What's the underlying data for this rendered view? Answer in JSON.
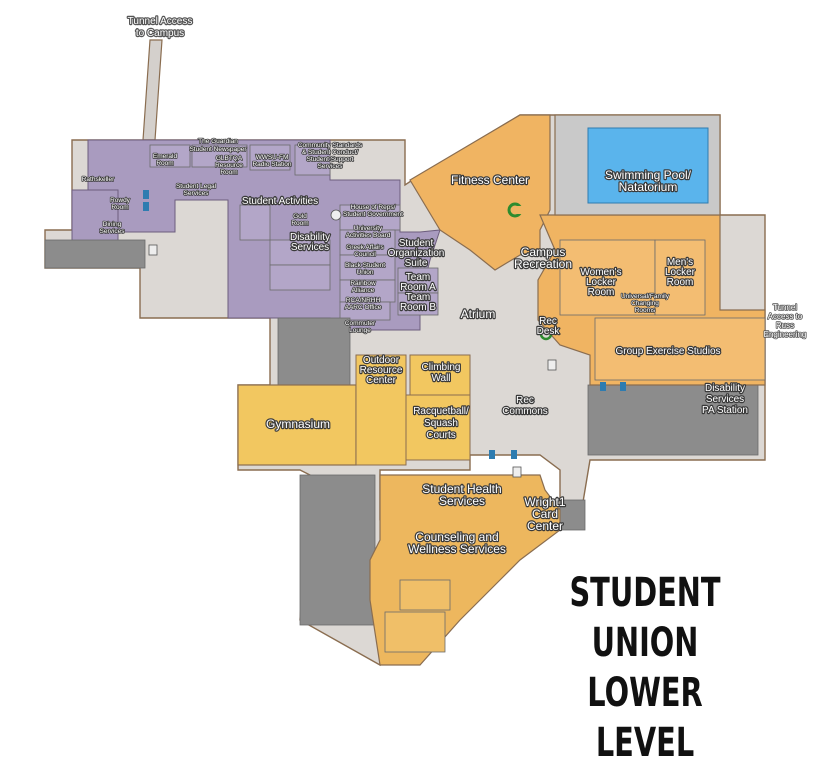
{
  "map": {
    "title_line1": "STUDENT UNION",
    "title_line2": "LOWER LEVEL",
    "colors": {
      "purple_zone": "#a99bbf",
      "orange_zone": "#f0b462",
      "yellow_zone": "#f2c760",
      "gray_zone": "#8c8c8c",
      "corridor": "#d9d6d3",
      "pool": "#5ab4ec",
      "walls": "#8a6d50"
    },
    "labels": {
      "tunnel_campus": [
        "Tunnel Access",
        "to Campus"
      ],
      "guardian": [
        "The Guardian",
        "Student Newspaper"
      ],
      "community_standards": [
        "Community Standards",
        "& Student Conduct/",
        "Student Support",
        "Services"
      ],
      "emerald_room": [
        "Emerald",
        "Room"
      ],
      "glbtqa": [
        "GLBTQA",
        "Resource",
        "Room"
      ],
      "wwsu": [
        "WWSU-FM",
        "Radio Station"
      ],
      "rathskeller": "Rathskeller",
      "student_legal": [
        "Student Legal",
        "Services"
      ],
      "rowdy_room": [
        "Rowdy",
        "Room"
      ],
      "dining_services": [
        "Dining",
        "Services"
      ],
      "student_activities": "Student Activities",
      "gold_room": [
        "Gold",
        "Room"
      ],
      "house_of_reps": [
        "House of Reps/",
        "Student Government"
      ],
      "disability_services": [
        "Disability",
        "Services"
      ],
      "university_activities": [
        "University",
        "Activities Board"
      ],
      "greek_affairs": [
        "Greek Affairs",
        "Council"
      ],
      "black_student_union": [
        "Black Student",
        "Union"
      ],
      "rainbow_alliance": [
        "Rainbow",
        "Alliance"
      ],
      "rca": [
        "RCA/NRHH",
        "AARC Office"
      ],
      "commuter_lounge": [
        "Commuter",
        "Lounge"
      ],
      "student_org_suite": [
        "Student",
        "Organization",
        "Suite"
      ],
      "team_room_a": [
        "Team",
        "Room A"
      ],
      "team_room_b": [
        "Team",
        "Room B"
      ],
      "atrium": "Atrium",
      "fitness_center": "Fitness Center",
      "swimming_pool": [
        "Swimming Pool/",
        "Natatorium"
      ],
      "campus_recreation": [
        "Campus",
        "Recreation"
      ],
      "womens_locker": [
        "Women's",
        "Locker",
        "Room"
      ],
      "mens_locker": [
        "Men's",
        "Locker",
        "Room"
      ],
      "universal_changing": [
        "Universal/Family",
        "Changing",
        "Rooms"
      ],
      "tunnel_russ": [
        "Tunnel",
        "Access to",
        "Russ",
        "Engineering"
      ],
      "rec_desk": [
        "Rec",
        "Desk"
      ],
      "group_exercise": "Group Exercise Studios",
      "outdoor_resource": [
        "Outdoor",
        "Resource",
        "Center"
      ],
      "climbing_wall": [
        "Climbing",
        "Wall"
      ],
      "disability_pa": [
        "Disability",
        "Services",
        "PA Station"
      ],
      "gymnasium": "Gymnasium",
      "racquetball": [
        "Racquetball/",
        "Squash",
        "Courts"
      ],
      "rec_commons": [
        "Rec",
        "Commons"
      ],
      "student_health": [
        "Student Health",
        "Services"
      ],
      "wright1": [
        "Wright1",
        "Card",
        "Center"
      ],
      "counseling": [
        "Counseling and",
        "Wellness Services"
      ]
    },
    "icons": [
      "restroom-icon",
      "elevator-icon",
      "rec-c-logo-icon"
    ]
  }
}
